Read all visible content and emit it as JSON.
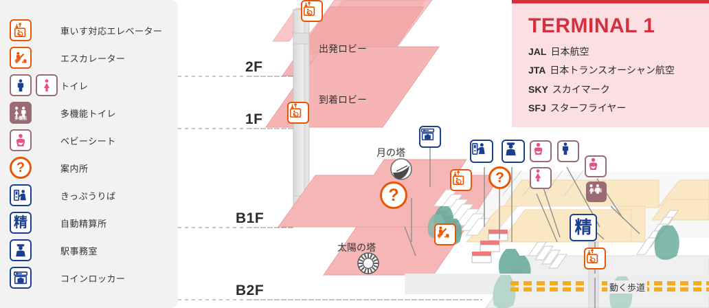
{
  "legend": {
    "items": [
      {
        "label": "車いす対応エレベーター",
        "icons": [
          "elevator-wheelchair-icon"
        ]
      },
      {
        "label": "エスカレーター",
        "icons": [
          "escalator-icon"
        ]
      },
      {
        "label": "トイレ",
        "icons": [
          "toilet-men-icon",
          "toilet-women-icon"
        ]
      },
      {
        "label": "多機能トイレ",
        "icons": [
          "multifunction-toilet-icon"
        ]
      },
      {
        "label": "ベビーシート",
        "icons": [
          "baby-seat-icon"
        ]
      },
      {
        "label": "案内所",
        "icons": [
          "information-icon"
        ]
      },
      {
        "label": "きっぷうりば",
        "icons": [
          "ticket-office-icon"
        ]
      },
      {
        "label": "自動精算所",
        "icons": [
          "fare-adjustment-icon"
        ]
      },
      {
        "label": "駅事務室",
        "icons": [
          "station-office-icon"
        ]
      },
      {
        "label": "コインロッカー",
        "icons": [
          "coin-locker-icon"
        ]
      }
    ]
  },
  "terminal": {
    "title": "TERMINAL 1",
    "airlines": [
      {
        "code": "JAL",
        "name": "日本航空"
      },
      {
        "code": "JTA",
        "name": "日本トランスオーシャン航空"
      },
      {
        "code": "SKY",
        "name": "スカイマーク"
      },
      {
        "code": "SFJ",
        "name": "スターフライヤー"
      }
    ]
  },
  "map": {
    "floors": [
      "2F",
      "1F",
      "B1F",
      "B2F"
    ],
    "places": [
      {
        "label": "出発ロビー"
      },
      {
        "label": "到着ロビー"
      },
      {
        "label": "月の塔"
      },
      {
        "label": "太陽の塔"
      }
    ],
    "moving_walkway_label": "動く歩道",
    "fare_char": "精",
    "multifunction_char": "多機能",
    "question_char": "?",
    "pins": [
      {
        "name": "elevator-wheelchair-icon"
      },
      {
        "name": "elevator-wheelchair-icon"
      },
      {
        "name": "coin-locker-icon"
      },
      {
        "name": "elevator-wheelchair-icon"
      },
      {
        "name": "information-icon"
      },
      {
        "name": "ticket-office-icon"
      },
      {
        "name": "station-office-icon"
      },
      {
        "name": "baby-seat-icon"
      },
      {
        "name": "toilet-men-icon"
      },
      {
        "name": "toilet-women-icon"
      },
      {
        "name": "baby-seat-icon"
      },
      {
        "name": "multifunction-toilet-icon"
      },
      {
        "name": "escalator-icon"
      },
      {
        "name": "fare-adjustment-icon"
      },
      {
        "name": "elevator-wheelchair-icon"
      }
    ]
  },
  "colors": {
    "orange": "#ea5504",
    "blue": "#1a3f8f",
    "mauve": "#9b6b73",
    "pink": "#e94f8a",
    "red": "#d6303f",
    "floor_pink": "#f6b4b4",
    "concourse": "#fae7c3",
    "panel_bg": "#f2f2f2",
    "walkway_yellow": "#f5ab1e"
  }
}
